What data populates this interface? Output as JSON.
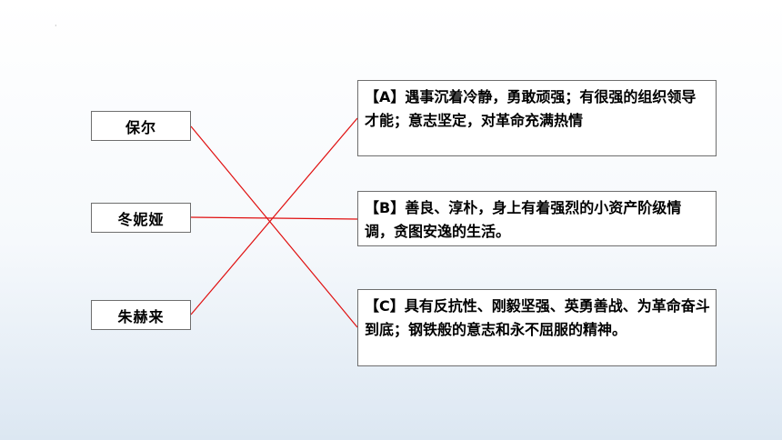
{
  "slide": {
    "corner_mark": "·",
    "characters": [
      {
        "id": "baoer",
        "name": "保尔"
      },
      {
        "id": "dongniya",
        "name": "冬妮娅"
      },
      {
        "id": "zhuhelai",
        "name": "朱赫来"
      }
    ],
    "descriptions": [
      {
        "id": "a",
        "text": "【A】遇事沉着冷静，勇敢顽强；有很强的组织领导才能；意志坚定，对革命充满热情"
      },
      {
        "id": "b",
        "text": "【B】善良、淳朴，身上有着强烈的小资产阶级情调，贪图安逸的生活。"
      },
      {
        "id": "c",
        "text": "【C】具有反抗性、刚毅坚强、英勇善战、为革命奋斗到底；钢铁般的意志和永不屈服的精神。"
      }
    ],
    "matches": [
      {
        "character": "保尔",
        "description": "【C】"
      },
      {
        "character": "冬妮娅",
        "description": "【B】"
      },
      {
        "character": "朱赫来",
        "description": "【A】"
      }
    ],
    "colors": {
      "line": "#e01010",
      "box_border": "#6e6e6e",
      "background_bottom": "#dce7f2"
    }
  }
}
